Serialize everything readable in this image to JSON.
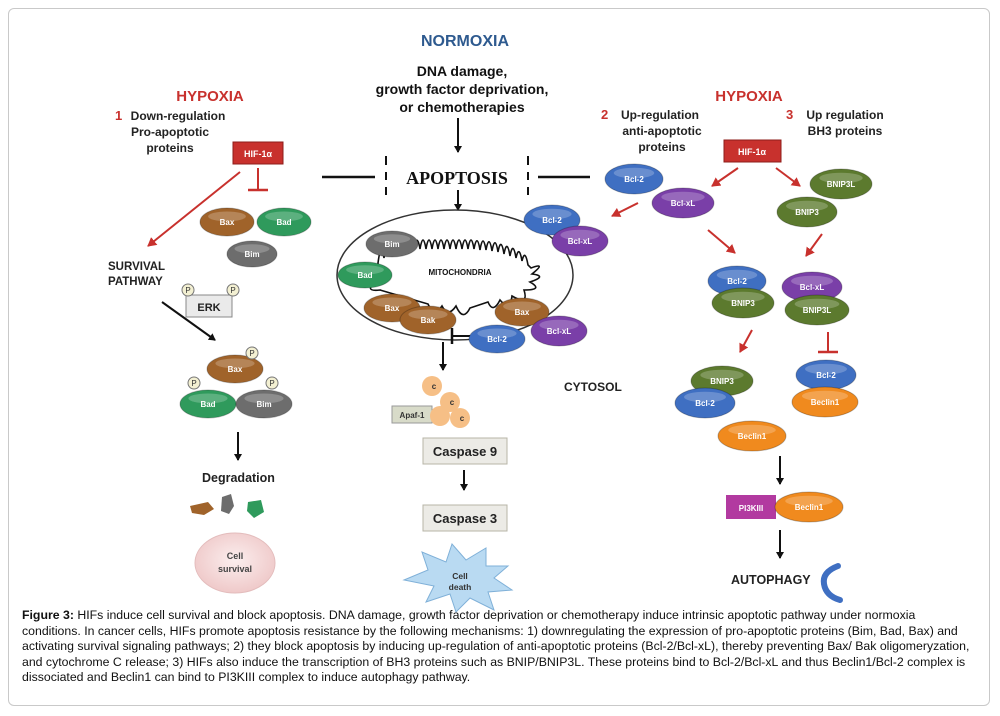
{
  "titles": {
    "normoxia": "NORMOXIA",
    "hypoxia_left": "HYPOXIA",
    "hypoxia_right": "HYPOXIA",
    "stimuli": [
      "DNA damage,",
      "growth factor deprivation,",
      "or chemotherapies"
    ],
    "apoptosis": "APOPTOSIS"
  },
  "mechanisms": {
    "m1_number": "1",
    "m1_lines": [
      "Down-regulation",
      "Pro-apoptotic",
      "proteins"
    ],
    "m2_number": "2",
    "m2_lines": [
      "Up-regulation",
      "anti-apoptotic",
      "proteins"
    ],
    "m3_number": "3",
    "m3_lines": [
      "Up regulation",
      "BH3 proteins"
    ]
  },
  "labels": {
    "hif_left": "HIF-1α",
    "hif_right": "HIF-1α",
    "survival_pathway": [
      "SURVIVAL",
      "PATHWAY"
    ],
    "erk": "ERK",
    "p": "P",
    "degradation": "Degradation",
    "cell_survival": [
      "Cell",
      "survival"
    ],
    "mitochondria": "MITOCHONDRIA",
    "cytosol": "CYTOSOL",
    "apaf1": "Apaf-1",
    "cyto_c": "c",
    "caspase9": "Caspase 9",
    "caspase3": "Caspase 3",
    "cell_death": [
      "Cell",
      "death"
    ],
    "autophagy": "AUTOPHAGY",
    "pi3kiii": "PI3KIII"
  },
  "proteins": {
    "bax": "Bax",
    "bad": "Bad",
    "bim": "Bim",
    "bak": "Bak",
    "bcl2": "Bcl-2",
    "bclxl": "Bcl-xL",
    "bnip3": "BNIP3",
    "bnip3l": "BNIP3L",
    "beclin1": "Beclin1"
  },
  "colors": {
    "bax": "#a0632a",
    "bad": "#2f9a5c",
    "bim": "#6d6d6d",
    "bak": "#a0632a",
    "bcl2": "#3f6fc2",
    "bclxl": "#7a3fa8",
    "bnip3": "#5c7a2e",
    "beclin": "#f08a1e",
    "hif": "#c8312d",
    "normoxia_title": "#2e5a8f",
    "hypoxia_title": "#c8312d",
    "inhibit_red": "#c8312d",
    "pi3k": "#b23aa0",
    "cyto_c": "#f6bf86"
  },
  "caption": {
    "label": "Figure 3:",
    "text": " HIFs induce cell survival and block apoptosis. DNA damage, growth factor deprivation or chemotherapy induce intrinsic apoptotic pathway under normoxia conditions. In cancer cells, HIFs promote apoptosis resistance by the following mechanisms: 1) downregulating the expression of pro-apoptotic proteins (Bim, Bad, Bax) and activating survival signaling pathways; 2) they block apoptosis by inducing up-regulation of anti-apoptotic proteins (Bcl-2/Bcl-xL), thereby preventing Bax/ Bak oligomeryzation, and cytochrome C release; 3) HIFs also induce the transcription of BH3 proteins such as BNIP/BNIP3L. These proteins bind to Bcl-2/Bcl-xL and thus Beclin1/Bcl-2 complex is dissociated and Beclin1 can bind to PI3KIII complex to induce autophagy pathway."
  }
}
